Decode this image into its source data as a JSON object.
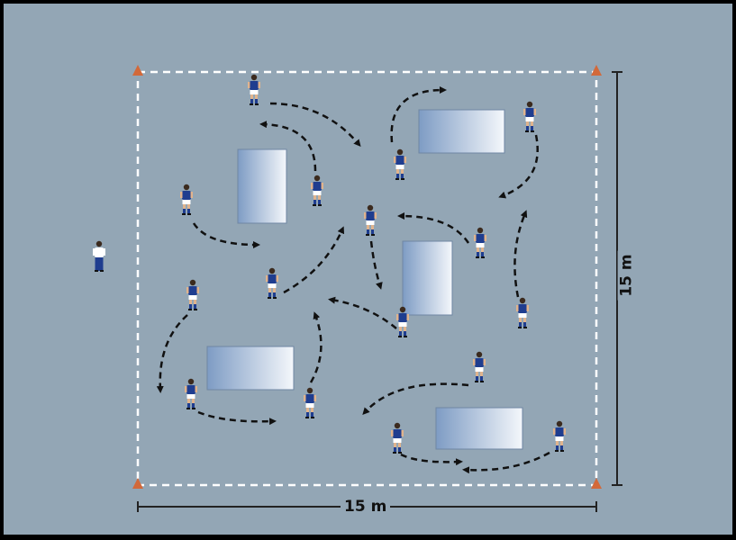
{
  "diagram": {
    "width_label": "15 m",
    "height_label": "15 m",
    "colors": {
      "background": "#93a6b5",
      "player_shirt": "#1f3d8f",
      "cone": "#d2693a",
      "boundary": "#ffffff",
      "arrow": "#111111"
    },
    "players_count": 16,
    "coach_count": 1,
    "mats_count": 5,
    "cones_count": 4
  }
}
